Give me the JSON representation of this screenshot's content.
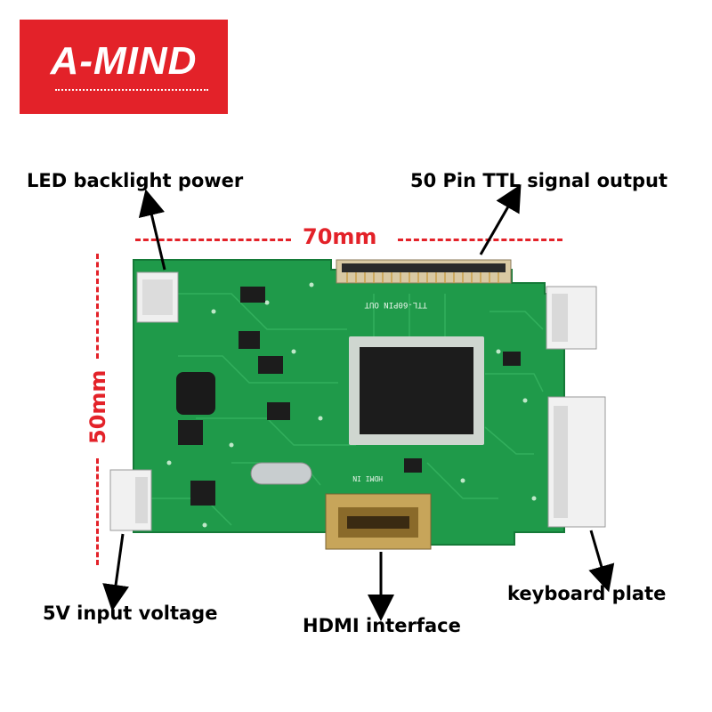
{
  "brand": {
    "name": "A-MIND",
    "color": "#e32229"
  },
  "dimensions": {
    "width": "70mm",
    "height": "50mm",
    "color": "#e32229"
  },
  "labels": {
    "led_backlight": "LED backlight power",
    "ttl_output": "50 Pin TTL signal output",
    "input_voltage": "5V input voltage",
    "hdmi": "HDMI interface",
    "keyboard": "keyboard plate"
  },
  "board": {
    "color": "#1f9a4a",
    "silkscreen_ttl": "TTL-60PIN OUT",
    "silkscreen_hdmi": "HDMI IN"
  }
}
